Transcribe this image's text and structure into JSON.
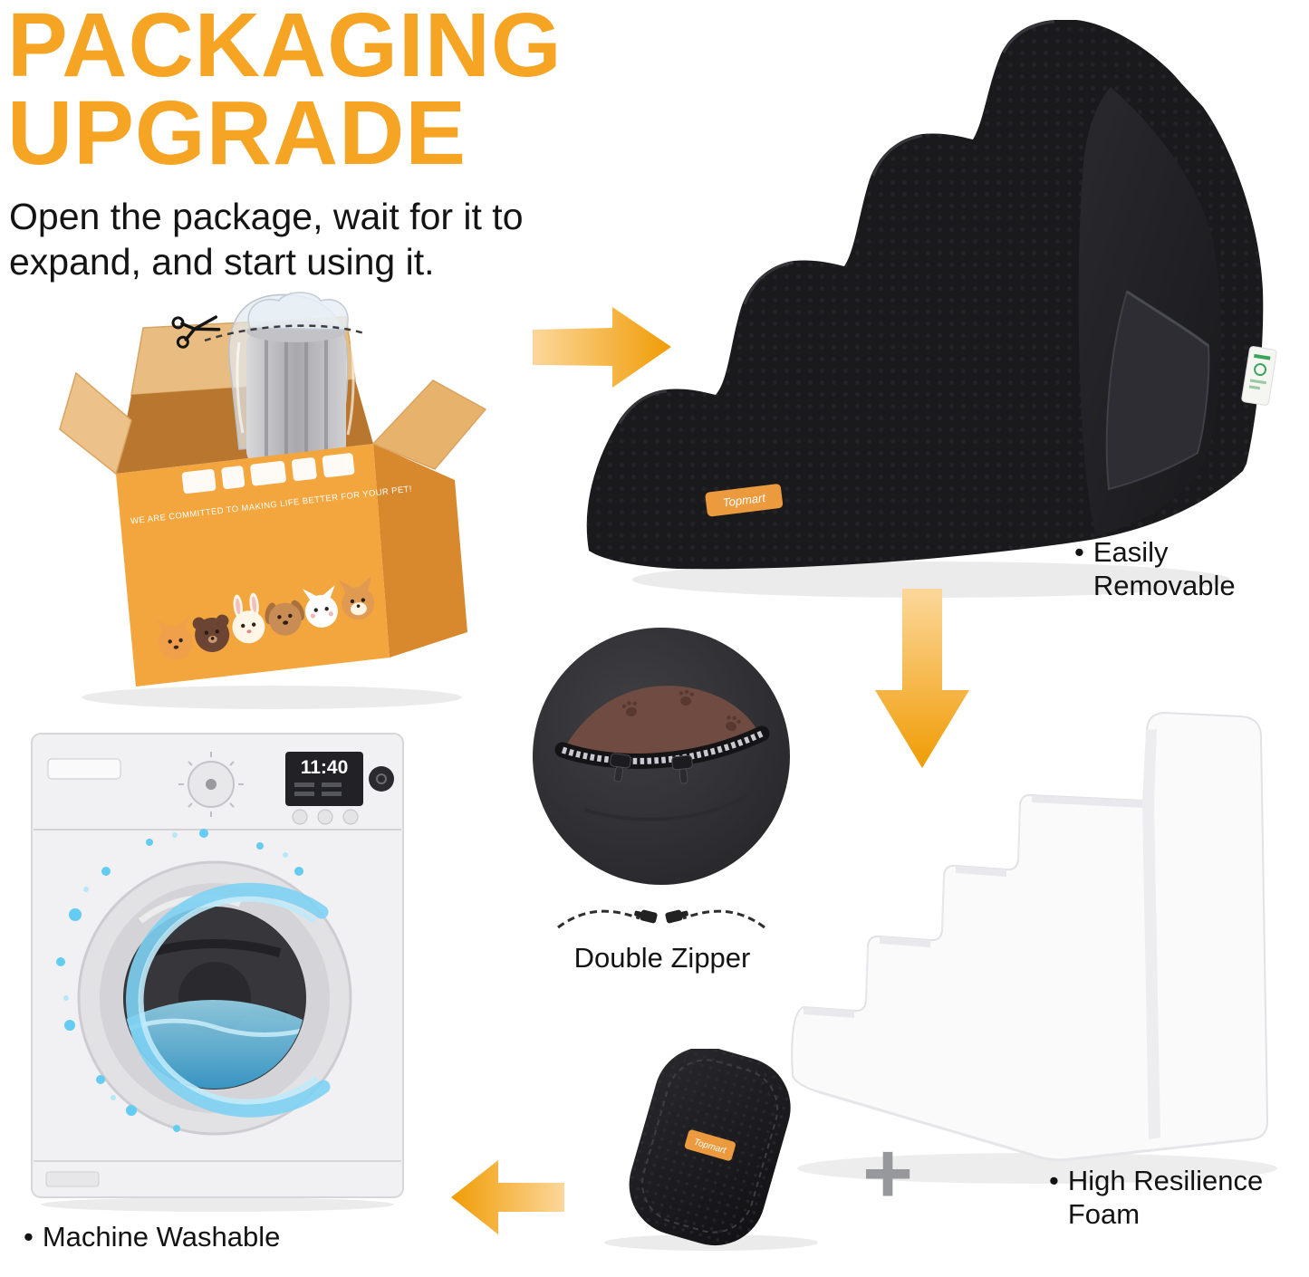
{
  "header": {
    "title_line1": "PACKAGING",
    "title_line2": "UPGRADE",
    "subtitle_line1": "Open the package, wait for it to",
    "subtitle_line2": "expand, and start using it."
  },
  "brand": {
    "label": "Topmart"
  },
  "box": {
    "tagline": "WE ARE COMMITTED TO MAKING LIFE BETTER FOR YOUR PET!"
  },
  "washer": {
    "time": "11:40"
  },
  "features": {
    "removable": {
      "bullet": "•",
      "line1": "Easily",
      "line2": "Removable"
    },
    "zipper": {
      "label": "Double Zipper"
    },
    "foam": {
      "bullet": "•",
      "line1": "High Resilience",
      "line2": "Foam"
    },
    "washable": {
      "bullet": "•",
      "label": "Machine Washable"
    }
  },
  "plus_sign": "+",
  "colors": {
    "accent_orange": "#F5A424",
    "arrow_gradient_start": "#FCD79B",
    "arrow_gradient_end": "#F09C05",
    "foam_black": "#1A1A1D",
    "box_orange": "#F3A53E"
  }
}
